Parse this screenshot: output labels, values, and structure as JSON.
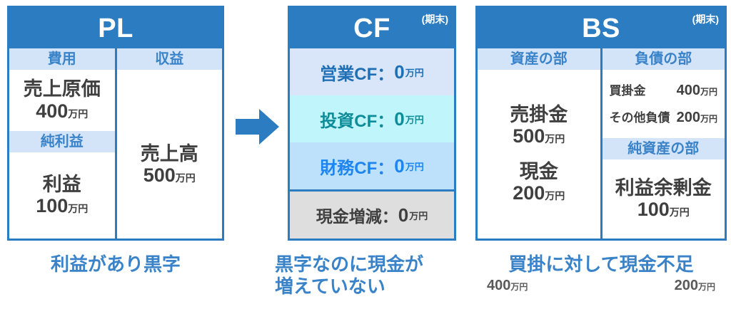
{
  "colors": {
    "header_blue": "#2B7CC0",
    "subhead_bg": "#D3E4F9",
    "subhead_text": "#3A83C9",
    "cf_operating_bg": "#D9E6FA",
    "cf_investing_bg": "#BFF5FB",
    "cf_financing_bg": "#BDE0FB",
    "cf_net_bg": "#DEDEDE",
    "body_text": "#3F3F3F",
    "caption_text": "#3A83C9"
  },
  "unit": "万円",
  "pl": {
    "title": "PL",
    "columns": {
      "expense_head": "費用",
      "revenue_head": "収益"
    },
    "expense_items": [
      {
        "label": "売上原価",
        "value": "400",
        "unit": "万円"
      }
    ],
    "profit_head": "純利益",
    "profit_items": [
      {
        "label": "利益",
        "value": "100",
        "unit": "万円"
      }
    ],
    "revenue_items": [
      {
        "label": "売上高",
        "value": "500",
        "unit": "万円"
      }
    ],
    "caption": "利益があり黒字"
  },
  "cf": {
    "title": "CF",
    "period": "(期末)",
    "rows": [
      {
        "label": "営業CF：",
        "value": "0",
        "unit": "万円"
      },
      {
        "label": "投資CF：",
        "value": "0",
        "unit": "万円"
      },
      {
        "label": "財務CF：",
        "value": "0",
        "unit": "万円"
      },
      {
        "label": "現金増減：",
        "value": "0",
        "unit": "万円"
      }
    ],
    "caption_line1": "黒字なのに現金が",
    "caption_line2": "増えていない"
  },
  "bs": {
    "title": "BS",
    "period": "(期末)",
    "assets_head": "資産の部",
    "liabilities_head": "負債の部",
    "net_assets_head": "純資産の部",
    "asset_items": [
      {
        "label": "売掛金",
        "value": "500",
        "unit": "万円"
      },
      {
        "label": "現金",
        "value": "200",
        "unit": "万円"
      }
    ],
    "liability_items": [
      {
        "label": "買掛金",
        "value": "400",
        "unit": "万円"
      },
      {
        "label": "その他負債",
        "value": "200",
        "unit": "万円"
      }
    ],
    "net_asset_items": [
      {
        "label": "利益余剰金",
        "value": "100",
        "unit": "万円"
      }
    ],
    "caption": "買掛に対して現金不足",
    "caption_sub_left_value": "400",
    "caption_sub_left_unit": "万円",
    "caption_sub_right_value": "200",
    "caption_sub_right_unit": "万円"
  },
  "arrow": {
    "name": "flow-arrow-pl-to-cf",
    "direction": "right",
    "color": "#2B7CC0"
  }
}
